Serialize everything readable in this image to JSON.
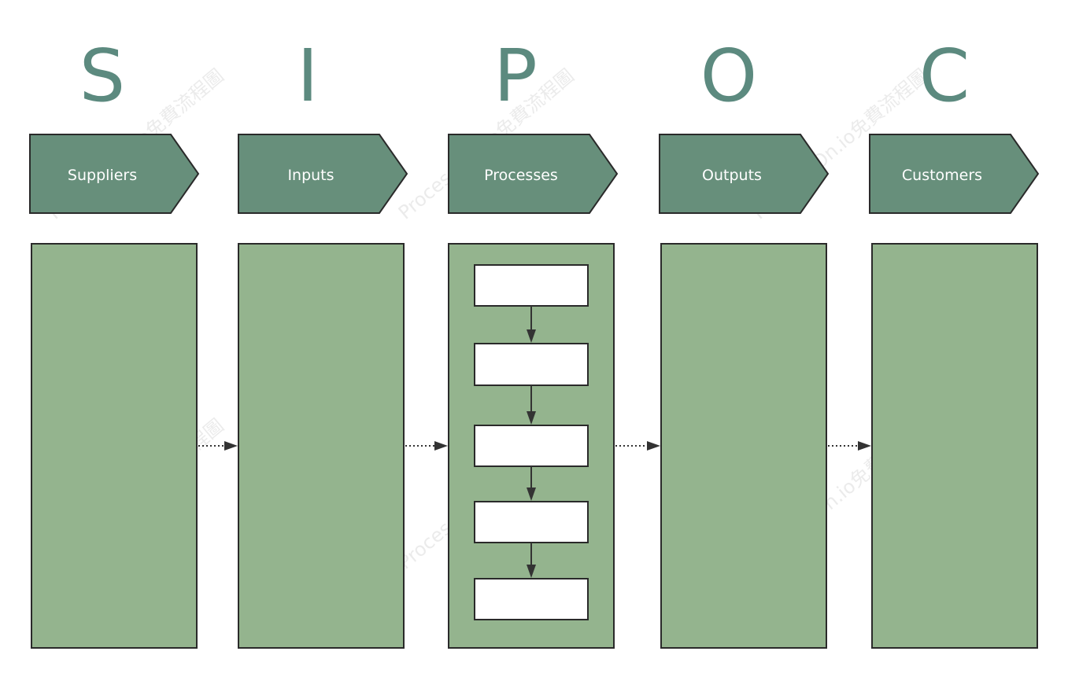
{
  "watermark": "Process On.io免費流程圖",
  "letters": [
    "S",
    "I",
    "P",
    "O",
    "C"
  ],
  "stages": [
    {
      "label": "Suppliers"
    },
    {
      "label": "Inputs"
    },
    {
      "label": "Processes"
    },
    {
      "label": "Outputs"
    },
    {
      "label": "Customers"
    }
  ],
  "process_steps": [
    "",
    "",
    "",
    "",
    ""
  ],
  "colors": {
    "letter": "#5c8a7f",
    "header_fill": "#678f7b",
    "column_fill": "#94b48e",
    "step_fill": "#ffffff",
    "stroke": "#2a2a2a"
  }
}
